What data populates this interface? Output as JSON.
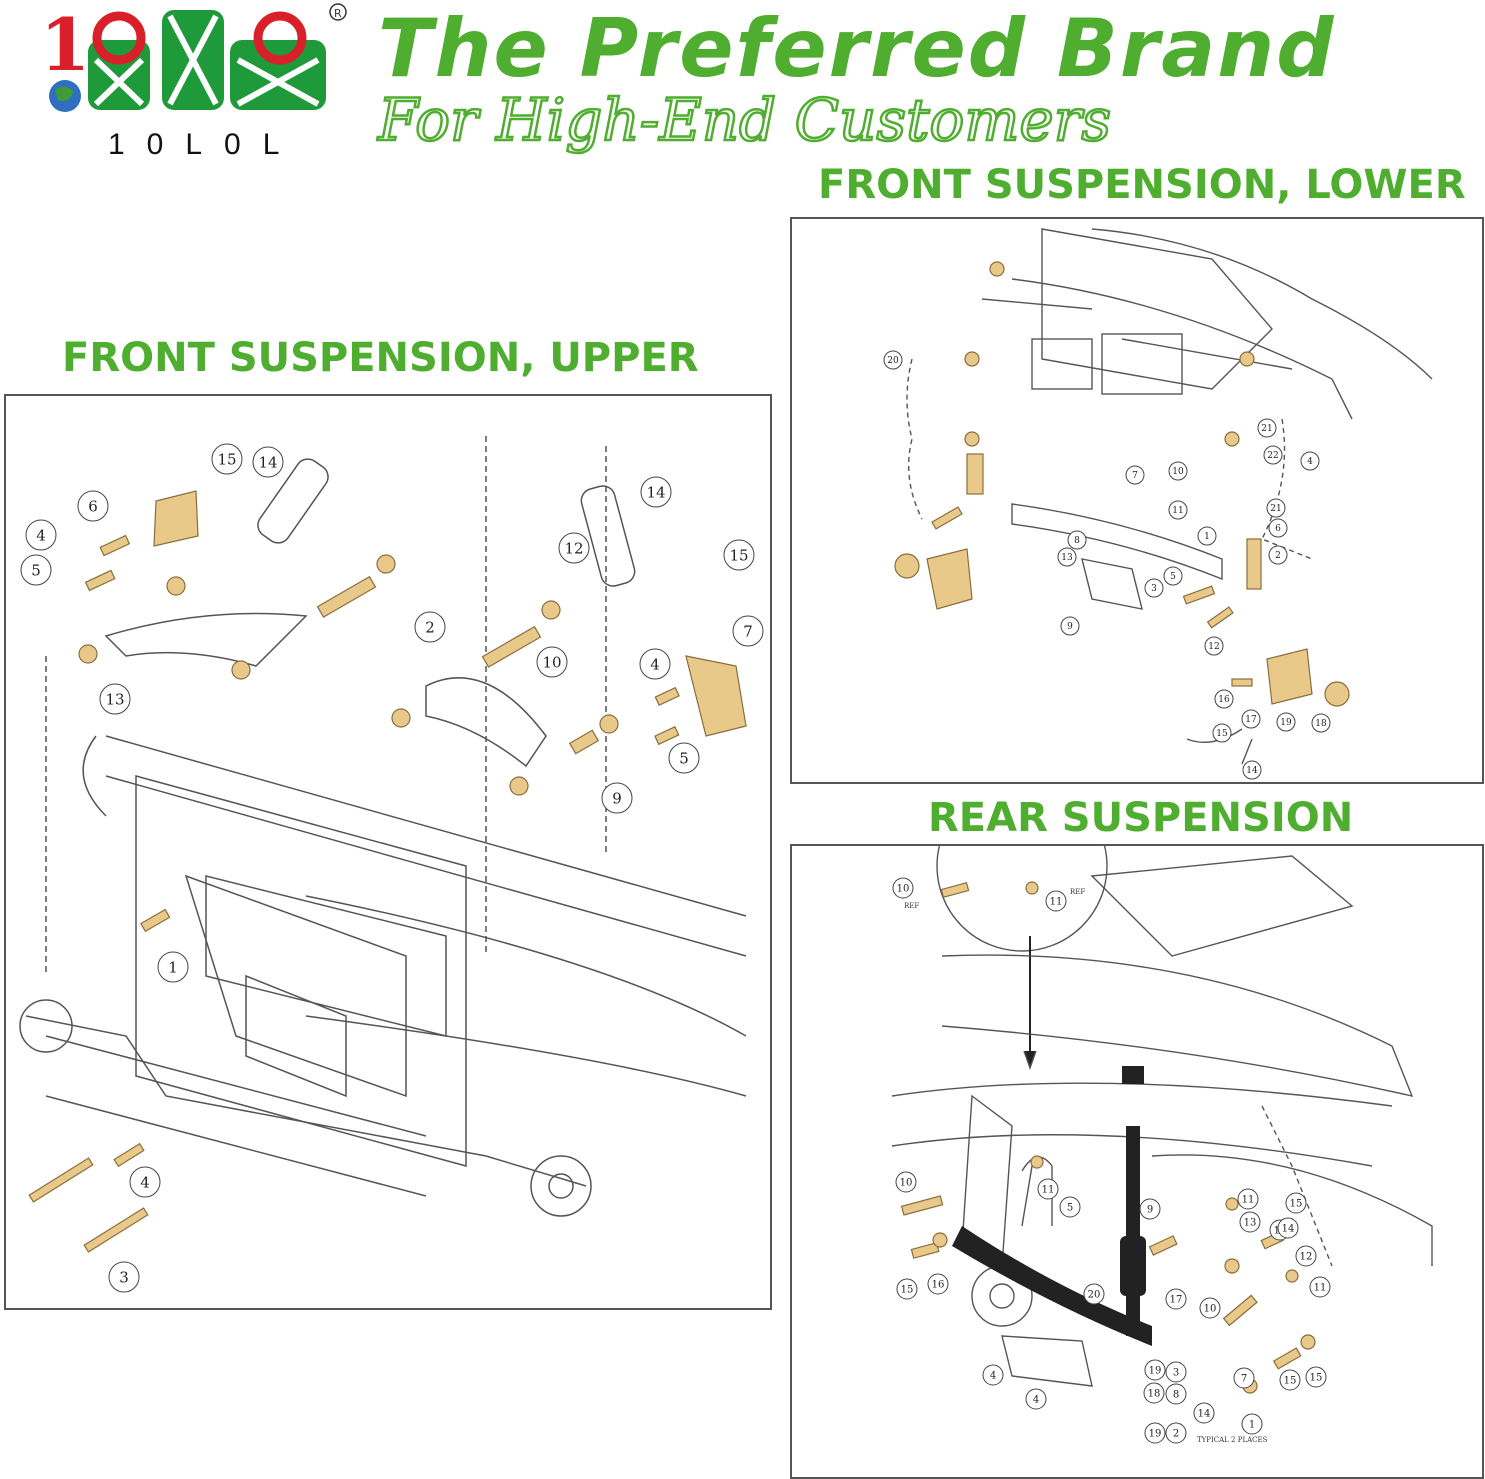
{
  "brand": {
    "logo_name": "10L0L",
    "registered_mark": "R",
    "headline": "The Preferred Brand",
    "tagline": "For High-End Customers"
  },
  "colors": {
    "brand_green": "#4fad2f",
    "logo_red": "#d8202a",
    "logo_green": "#1f9a3a",
    "part_gold": "#e8c98a",
    "line_gray": "#555555"
  },
  "sections": {
    "upper": {
      "title": "FRONT SUSPENSION, UPPER",
      "callouts": [
        "15",
        "14",
        "6",
        "4",
        "5",
        "12",
        "14",
        "15",
        "7",
        "2",
        "10",
        "4",
        "13",
        "5",
        "9",
        "1",
        "4",
        "3"
      ]
    },
    "lower": {
      "title": "FRONT SUSPENSION, LOWER",
      "callouts": [
        "20",
        "7",
        "10",
        "21",
        "22",
        "4",
        "11",
        "21",
        "6",
        "8",
        "13",
        "1",
        "2",
        "5",
        "3",
        "9",
        "12",
        "16",
        "17",
        "19",
        "18",
        "15",
        "14"
      ]
    },
    "rear": {
      "title": "REAR SUSPENSION",
      "callouts": [
        "10",
        "11",
        "10",
        "11",
        "5",
        "9",
        "11",
        "15",
        "13",
        "15",
        "14",
        "15",
        "12",
        "11",
        "16",
        "20",
        "17",
        "10",
        "7",
        "4",
        "19",
        "3",
        "18",
        "8",
        "4",
        "19",
        "2",
        "14",
        "15",
        "15",
        "1"
      ],
      "ref_labels": [
        "REF",
        "REF"
      ],
      "note": "TYPICAL 2 PLACES"
    }
  }
}
